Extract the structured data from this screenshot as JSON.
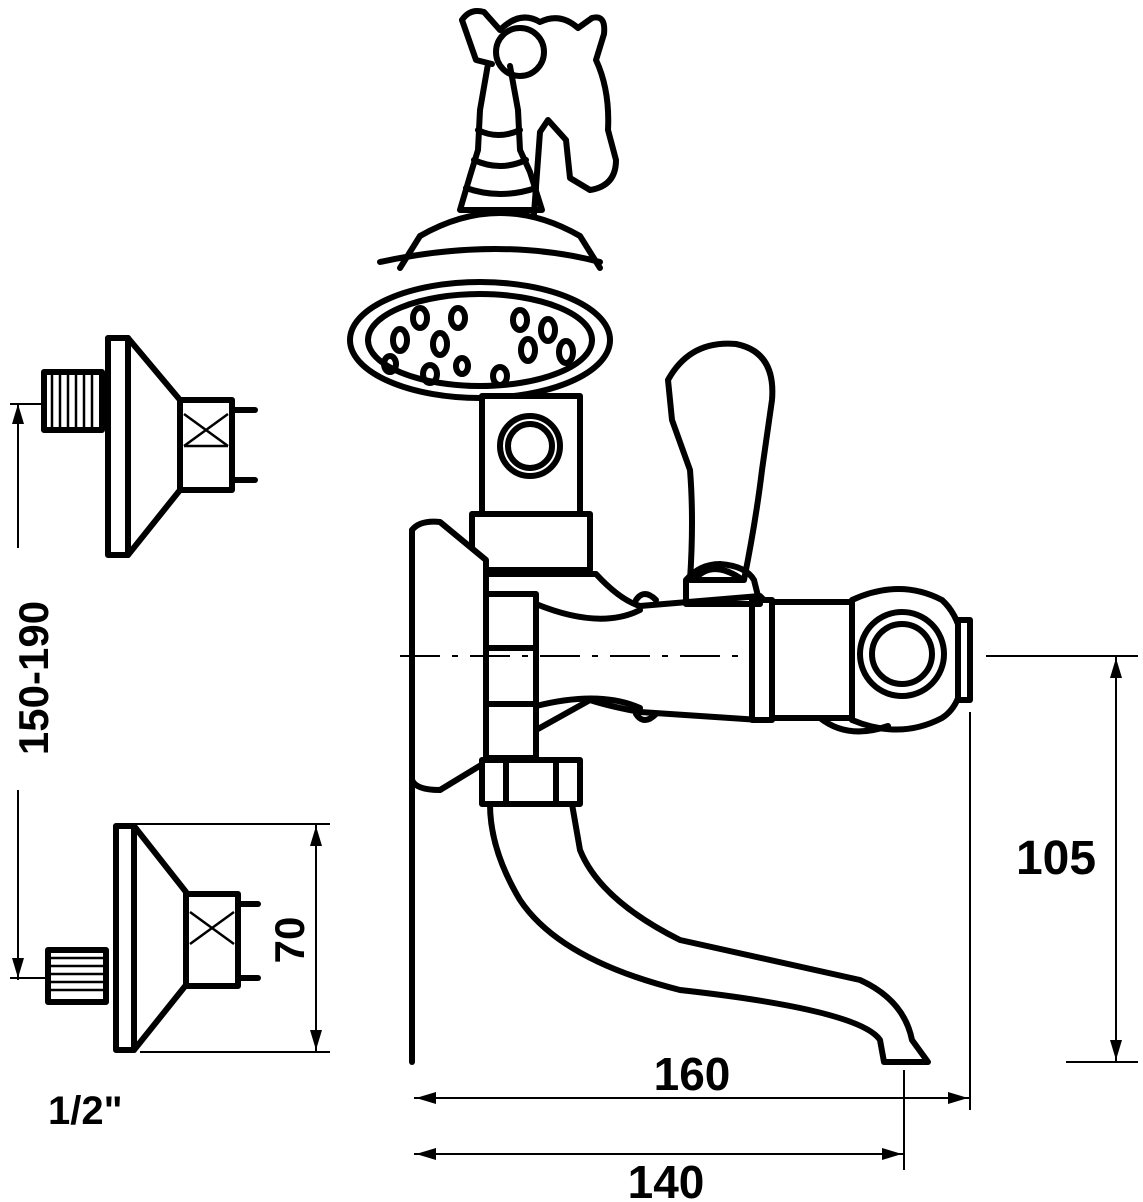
{
  "dimensions": {
    "adjust_range": "150-190",
    "thread_size": "1/2\"",
    "eccentric_height": "70",
    "centre_height": "105",
    "overall_width": "160",
    "spout_reach": "140"
  }
}
